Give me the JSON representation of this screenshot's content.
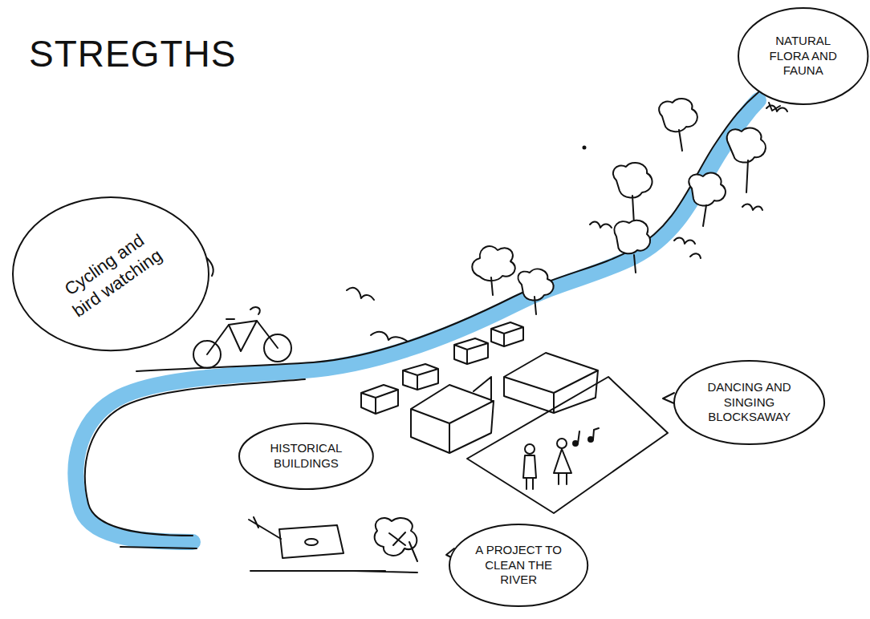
{
  "diagram": {
    "title": "STREGTHS",
    "nodes": [
      {
        "text": [
          "NATURAL FLORA AND FAUNA"
        ]
      },
      {
        "text": [
          "Cycling and bird watching"
        ]
      },
      {
        "text": [
          "DANCING AND SINGING BLOCKSAWAY"
        ]
      },
      {
        "text": [
          "HISTORICAL BUILDINGS"
        ]
      },
      {
        "text": [
          "A PROJECT TO CLEAN THE RIVER"
        ]
      }
    ]
  }
}
